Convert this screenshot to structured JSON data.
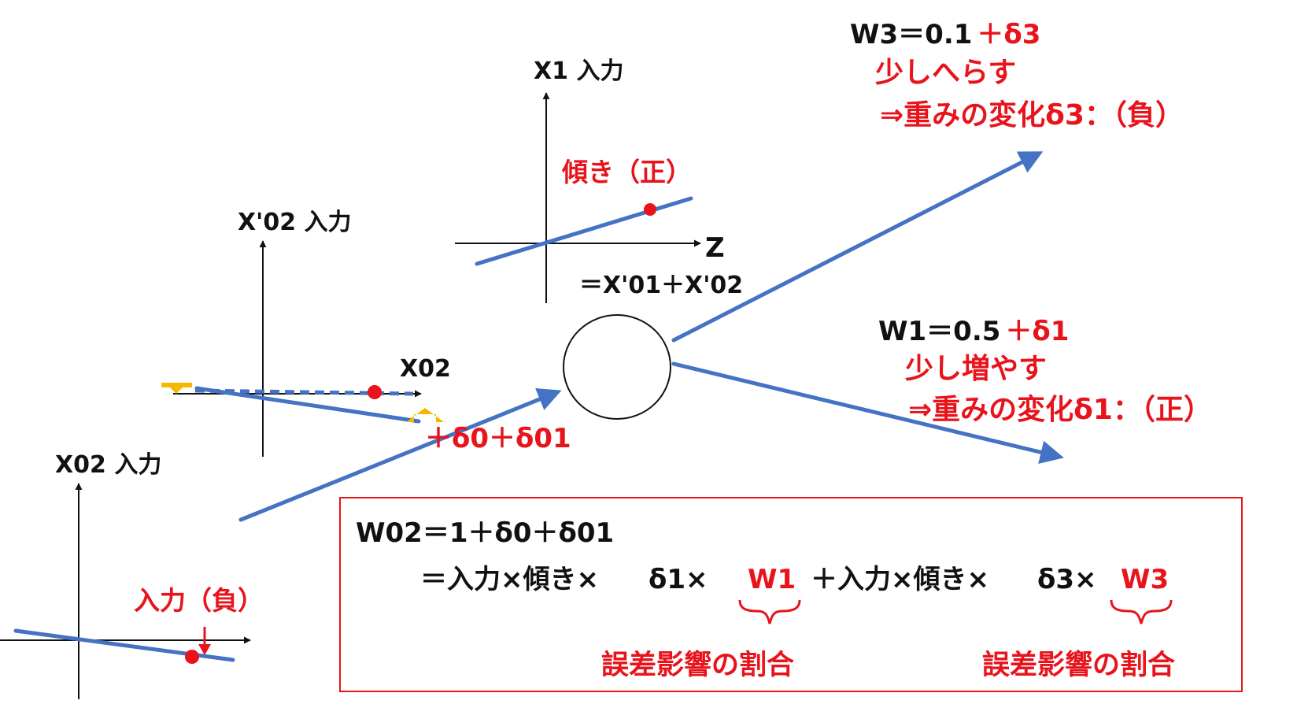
{
  "colors": {
    "line": "#4472c4",
    "red": "#e8131b",
    "black": "#111111",
    "orange": "#f5b800"
  },
  "labels": {
    "x1_axis": "X1 入力",
    "z_axis": "Z",
    "z_def": "＝X'01＋X'02",
    "slope_pos": "傾き（正）",
    "xp02_axis": "X'02 入力",
    "x02_haxis": "X02",
    "delta_sum": "＋δ0＋δ01",
    "x02_axis": "X02 入力",
    "input_neg": "入力（負）"
  },
  "w3": {
    "formula": "W3＝0.1",
    "delta": "＋δ3",
    "note1": "少しへらす",
    "note2": "⇒重みの変化δ3：（負）"
  },
  "w1": {
    "formula": "W1＝0.5",
    "delta": "＋δ1",
    "note1": "少し増やす",
    "note2": "⇒重みの変化δ1：（正）"
  },
  "box": {
    "line1": "W02＝1＋δ0＋δ01",
    "line2_a": "＝入力×傾き×",
    "line2_b": "δ1×",
    "line2_c": "W1",
    "line2_d": "＋入力×傾き×",
    "line2_e": "δ3×",
    "line2_f": "W3",
    "ratio_1": "誤差影響の割合",
    "ratio_2": "誤差影響の割合"
  }
}
